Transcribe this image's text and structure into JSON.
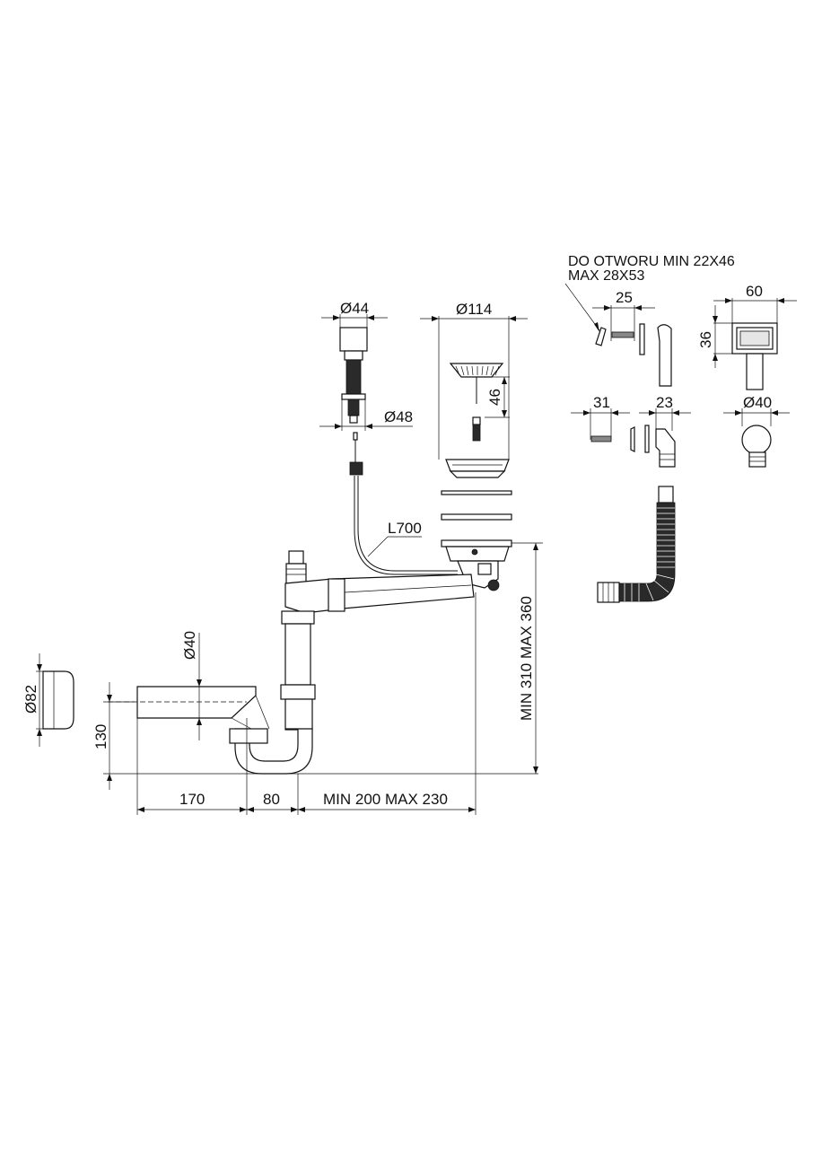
{
  "note": {
    "line1": "DO OTWORU MIN 22X46",
    "line2": "MAX 28X53"
  },
  "dimensions": {
    "d44": "Ø44",
    "d114": "Ø114",
    "d48": "Ø48",
    "d46": "46",
    "l700": "L700",
    "d25": "25",
    "d60": "60",
    "d36": "36",
    "d31": "31",
    "d23": "23",
    "d40_top": "Ø40",
    "d40_side": "Ø40",
    "d82": "Ø82",
    "d130": "130",
    "d170": "170",
    "d80": "80",
    "min_max_horizontal": "MIN 200 MAX 230",
    "min_max_vertical": "MIN 310 MAX 360"
  }
}
